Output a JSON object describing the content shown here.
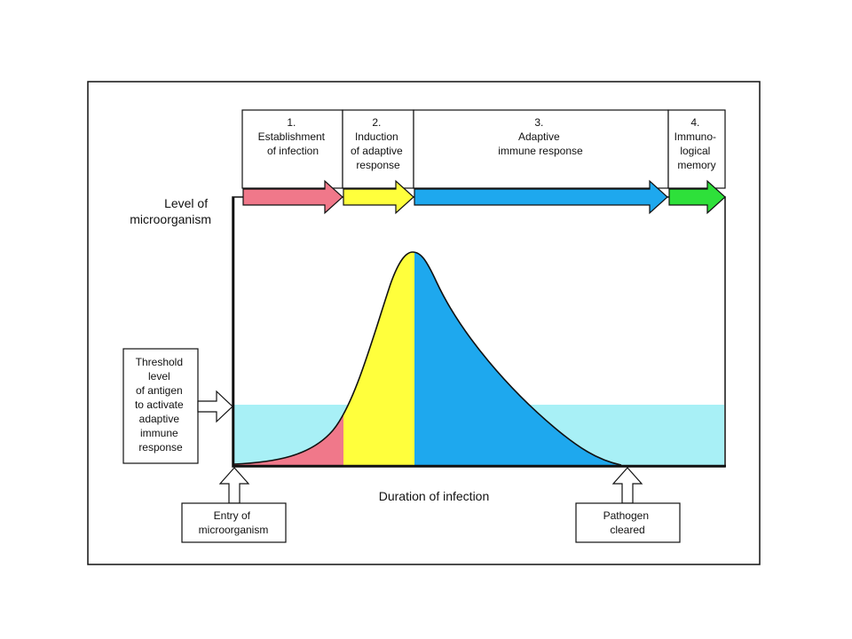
{
  "phases": [
    {
      "number": "1.",
      "lines": [
        "Establishment",
        "of infection"
      ]
    },
    {
      "number": "2.",
      "lines": [
        "Induction",
        "of adaptive",
        "response"
      ]
    },
    {
      "number": "3.",
      "lines": [
        "Adaptive",
        "immune response"
      ]
    },
    {
      "number": "4.",
      "lines": [
        "Immuno-",
        "logical",
        "memory"
      ]
    }
  ],
  "y_axis": {
    "lines": [
      "Level of",
      "microorganism"
    ]
  },
  "x_axis": {
    "label": "Duration of infection"
  },
  "threshold": {
    "lines": [
      "Threshold",
      "level",
      "of antigen",
      "to activate",
      "adaptive",
      "immune",
      "response"
    ]
  },
  "entry": {
    "lines": [
      "Entry of",
      "microorganism"
    ]
  },
  "cleared": {
    "lines": [
      "Pathogen",
      "cleared"
    ]
  },
  "colors": {
    "phase1": "#f0788a",
    "phase2": "#ffff3c",
    "phase3": "#1ea8ee",
    "phase4": "#2ee03a",
    "threshold_band": "#a8f0f6",
    "outline": "#111111"
  }
}
